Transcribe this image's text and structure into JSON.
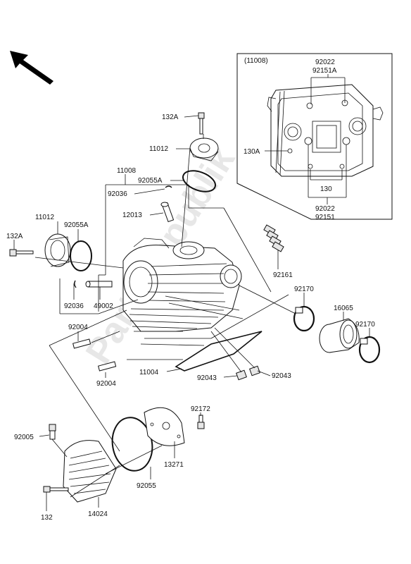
{
  "watermark": "PartsRepublik",
  "labels": {
    "inset_title": "(11008)",
    "inset_92022_top": "92022",
    "inset_92151A": "92151A",
    "inset_130A": "130A",
    "inset_130": "130",
    "inset_92022_bottom": "92022",
    "inset_92151": "92151",
    "p132A_top": "132A",
    "p11012_top": "11012",
    "p11008": "11008",
    "p92055A_top": "92055A",
    "p92036_top": "92036",
    "p12013": "12013",
    "p11012_left": "11012",
    "p92055A_left": "92055A",
    "p132A_left": "132A",
    "p92161": "92161",
    "p92036_left": "92036",
    "p49002": "49002",
    "p92170_mid": "92170",
    "p16065": "16065",
    "p92170_right": "92170",
    "p92004_top": "92004",
    "p92004_bottom": "92004",
    "p11004": "11004",
    "p92043_left": "92043",
    "p92043_right": "92043",
    "p92172": "92172",
    "p92005": "92005",
    "p13271": "13271",
    "p92055": "92055",
    "p132": "132",
    "p14024": "14024"
  }
}
